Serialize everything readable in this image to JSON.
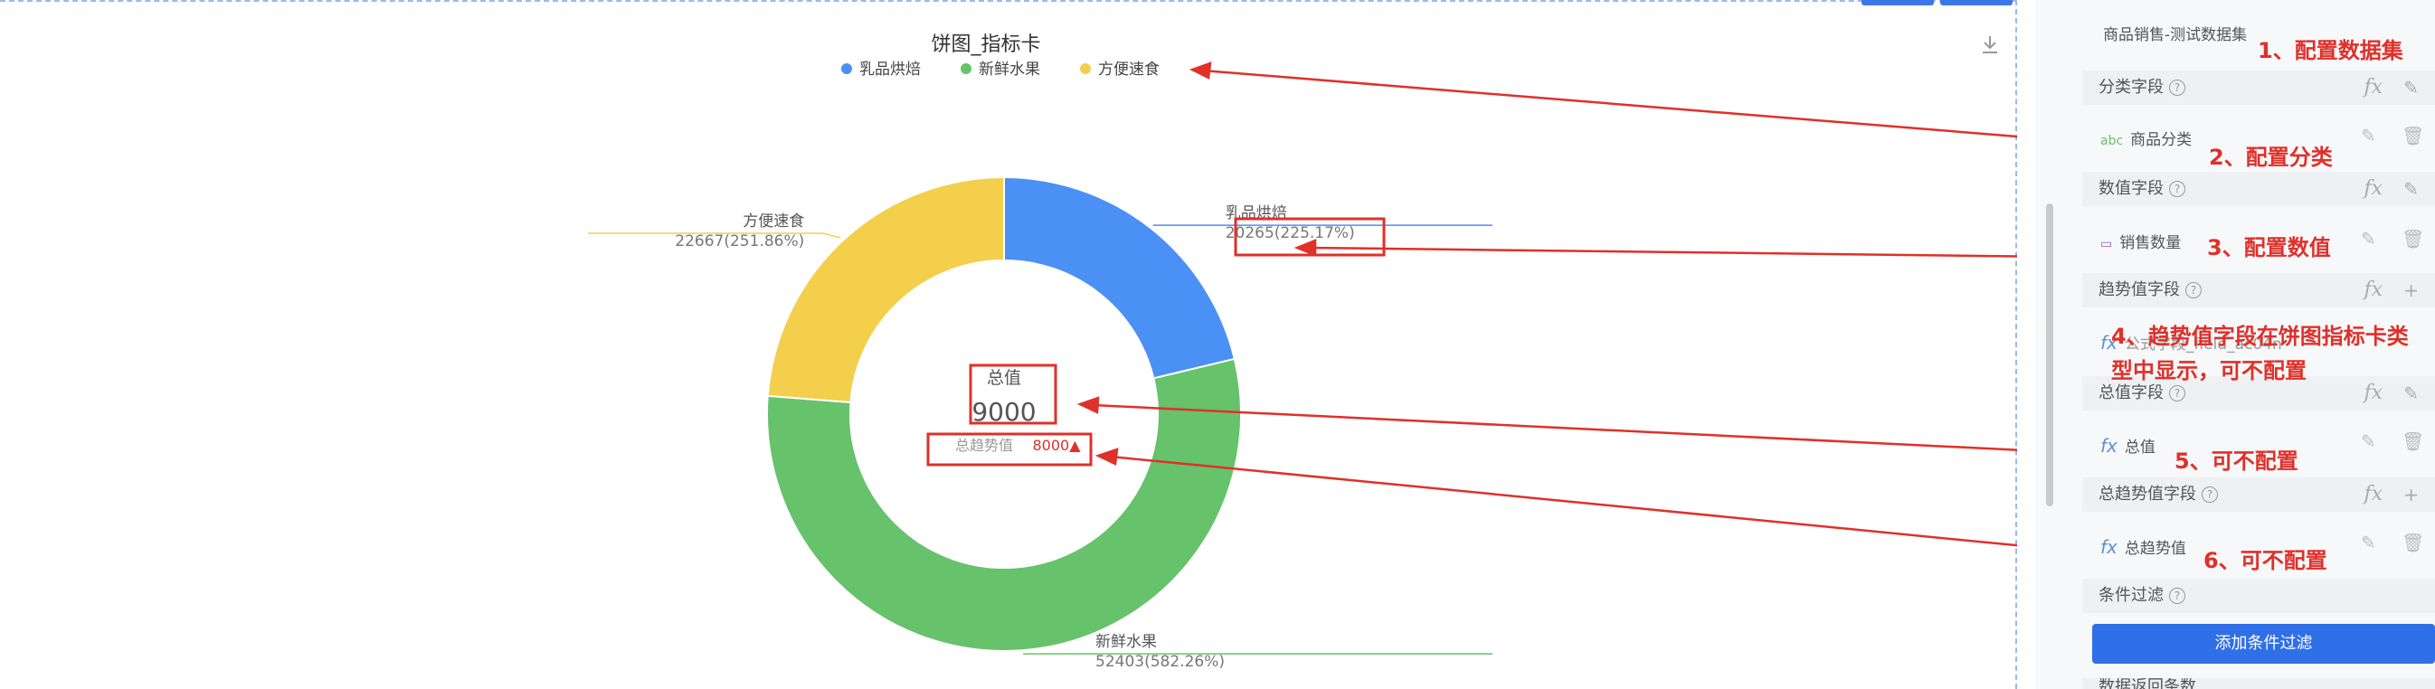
{
  "chart_data": {
    "type": "pie",
    "title": "饼图_指标卡",
    "slices": [
      {
        "name": "乳品烘焙",
        "value": 20265,
        "pct": "225.17%",
        "color": "#4a90f5"
      },
      {
        "name": "新鲜水果",
        "value": 52403,
        "pct": "582.26%",
        "color": "#66c26b"
      },
      {
        "name": "方便速食",
        "value": 22667,
        "pct": "251.86%",
        "color": "#f3cf4b"
      }
    ],
    "legend": {
      "position": "top-center",
      "items": [
        "乳品烘焙",
        "新鲜水果",
        "方便速食"
      ]
    },
    "center": {
      "label": "总值",
      "value": "9000",
      "trend_label": "总趋势值",
      "trend_value": "8000▲"
    },
    "donut": true
  },
  "panel": {
    "dataset": "商品销售-测试数据集",
    "category_section": "分类字段",
    "category_field": "商品分类",
    "value_section": "数值字段",
    "value_field": "销售数量",
    "trend_section": "趋势值字段",
    "trend_field": "公式字段_field_ac04n",
    "total_section": "总值字段",
    "total_field": "总值",
    "total_trend_section": "总趋势值字段",
    "total_trend_field": "总趋势值",
    "filter_section": "条件过滤",
    "add_filter": "添加条件过滤",
    "next_section": "数据返回条数"
  },
  "annotations": {
    "a1": "1、配置数据集",
    "a2": "2、配置分类",
    "a3": "3、配置数值",
    "a4_line1": "4、趋势值字段在饼图指标卡类",
    "a4_line2": "型中显示，可不配置",
    "a5": "5、可不配置",
    "a6": "6、可不配置"
  },
  "icons": {
    "download": "download-icon",
    "fx": "fx-icon",
    "edit": "edit-icon",
    "delete": "trash-icon"
  },
  "colors": {
    "annotation": "#e0302a",
    "primary": "#2f6fe8"
  }
}
